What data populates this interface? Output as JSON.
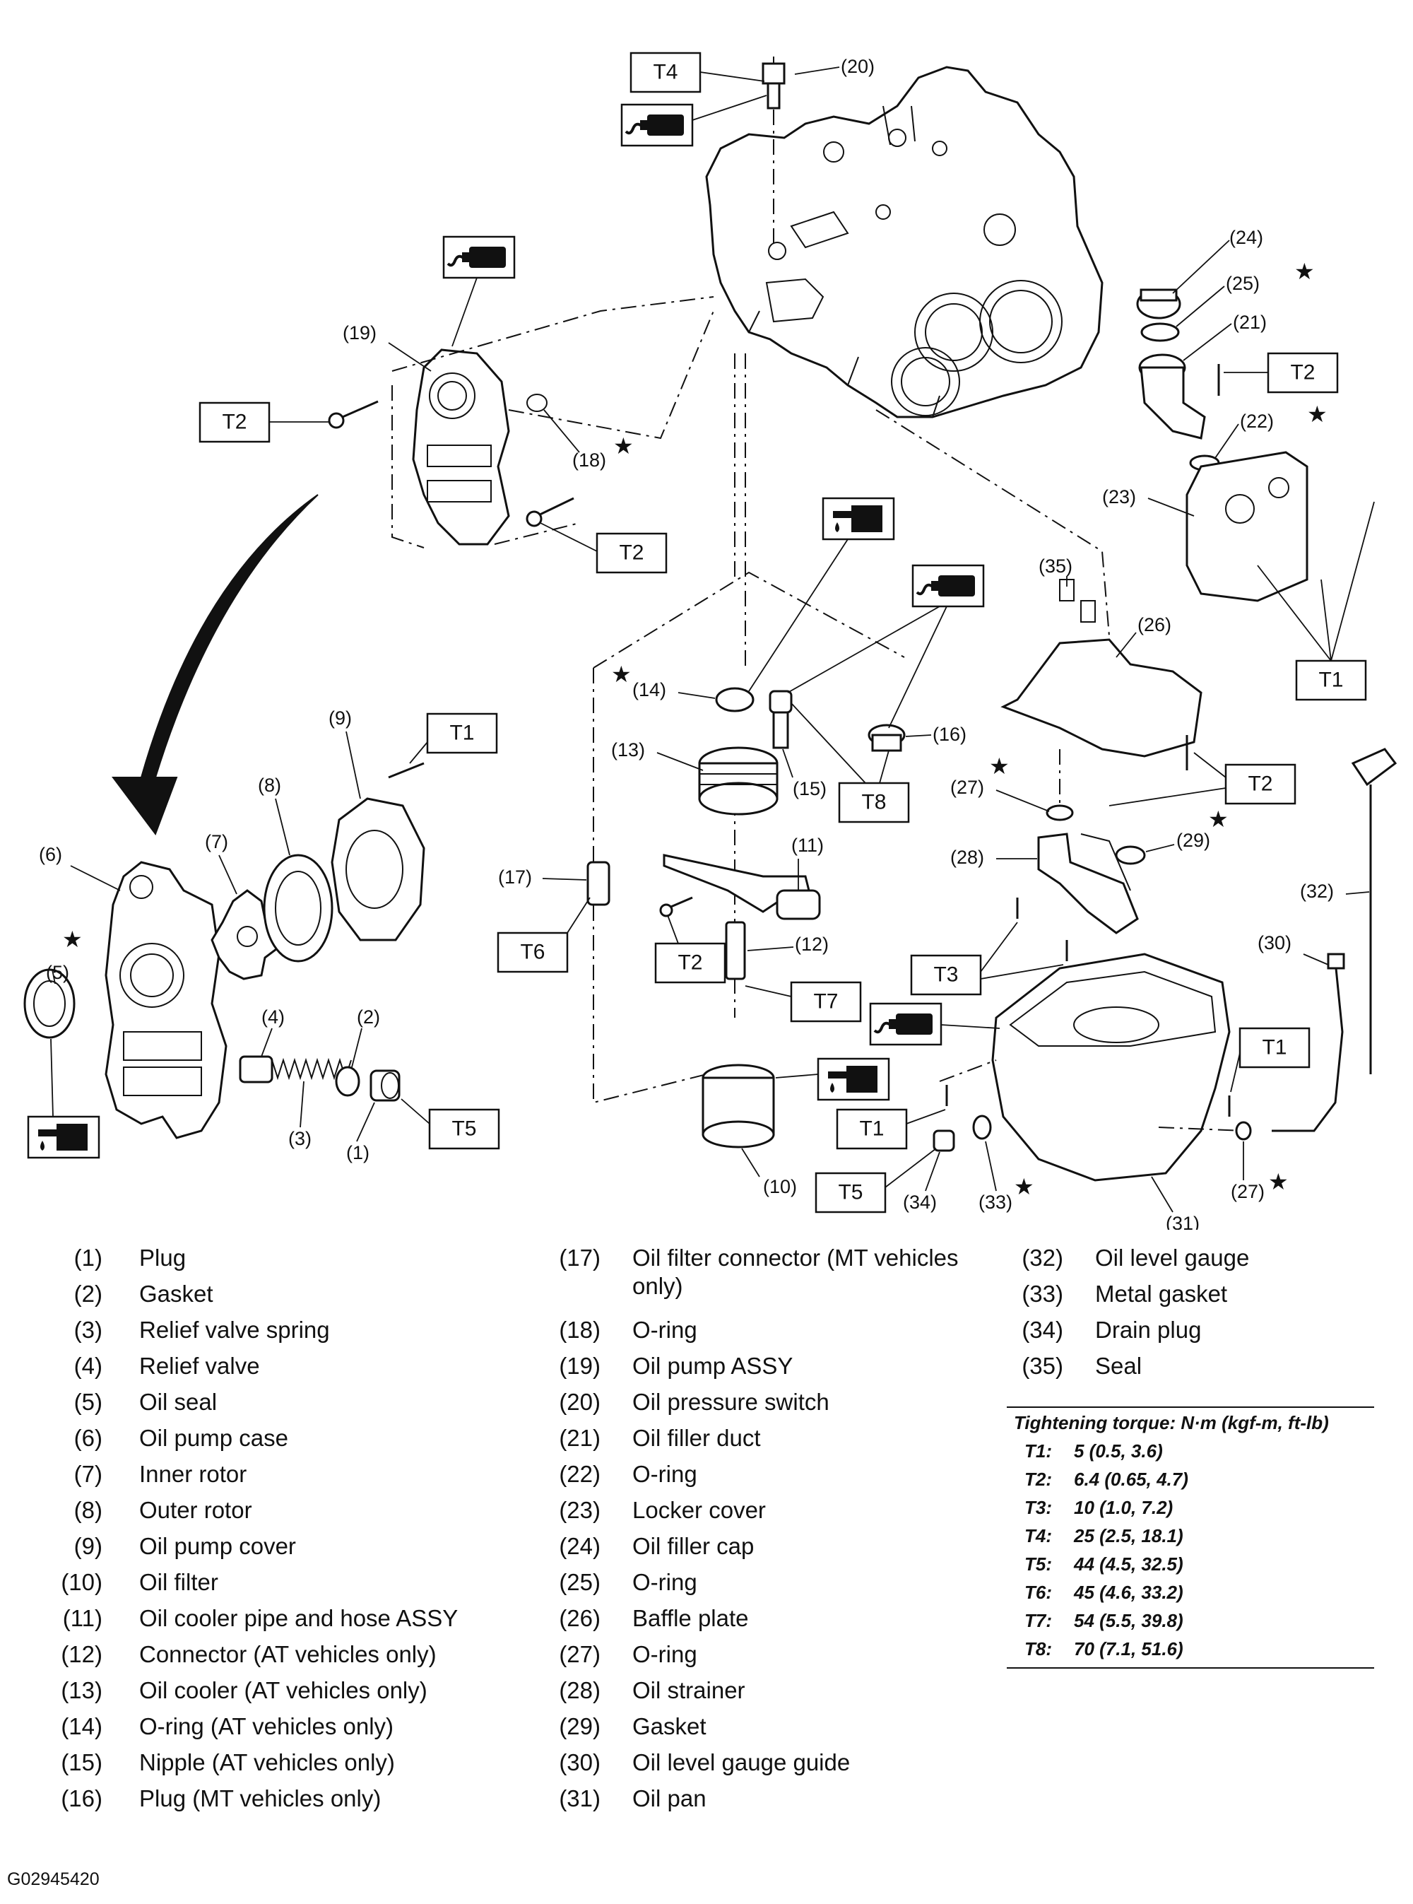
{
  "diagram": {
    "callouts": {
      "c1": "(1)",
      "c2": "(2)",
      "c3": "(3)",
      "c4": "(4)",
      "c5": "(5)",
      "c6": "(6)",
      "c7": "(7)",
      "c8": "(8)",
      "c9": "(9)",
      "c10": "(10)",
      "c11": "(11)",
      "c12": "(12)",
      "c13": "(13)",
      "c14": "(14)",
      "c15": "(15)",
      "c16": "(16)",
      "c17": "(17)",
      "c18": "(18)",
      "c19": "(19)",
      "c20": "(20)",
      "c21": "(21)",
      "c22": "(22)",
      "c23": "(23)",
      "c24": "(24)",
      "c25": "(25)",
      "c26": "(26)",
      "c27": "(27)",
      "c28": "(28)",
      "c29": "(29)",
      "c30": "(30)",
      "c31": "(31)",
      "c32": "(32)",
      "c33": "(33)",
      "c34": "(34)",
      "c35": "(35)"
    },
    "torque_tags": {
      "t1": "T1",
      "t2": "T2",
      "t3": "T3",
      "t4": "T4",
      "t5": "T5",
      "t6": "T6",
      "t7": "T7",
      "t8": "T8"
    },
    "star_symbol": "★",
    "icons": [
      "liquid-gasket-icon",
      "engine-oil-icon",
      "curved-arrow-icon"
    ]
  },
  "legend": {
    "column1": [
      {
        "num": "(1)",
        "name": "Plug"
      },
      {
        "num": "(2)",
        "name": "Gasket"
      },
      {
        "num": "(3)",
        "name": "Relief valve spring"
      },
      {
        "num": "(4)",
        "name": "Relief valve"
      },
      {
        "num": "(5)",
        "name": "Oil seal"
      },
      {
        "num": "(6)",
        "name": "Oil pump case"
      },
      {
        "num": "(7)",
        "name": "Inner rotor"
      },
      {
        "num": "(8)",
        "name": "Outer rotor"
      },
      {
        "num": "(9)",
        "name": "Oil pump cover"
      },
      {
        "num": "(10)",
        "name": "Oil filter"
      },
      {
        "num": "(11)",
        "name": "Oil cooler pipe and hose ASSY"
      },
      {
        "num": "(12)",
        "name": "Connector (AT vehicles only)"
      },
      {
        "num": "(13)",
        "name": "Oil cooler (AT vehicles only)"
      },
      {
        "num": "(14)",
        "name": "O-ring (AT vehicles only)"
      },
      {
        "num": "(15)",
        "name": "Nipple (AT vehicles only)"
      },
      {
        "num": "(16)",
        "name": "Plug (MT vehicles only)"
      }
    ],
    "column2": [
      {
        "num": "(17)",
        "name": "Oil filter connector (MT vehicles only)"
      },
      {
        "num": "(18)",
        "name": "O-ring"
      },
      {
        "num": "(19)",
        "name": "Oil pump ASSY"
      },
      {
        "num": "(20)",
        "name": "Oil pressure switch"
      },
      {
        "num": "(21)",
        "name": "Oil filler duct"
      },
      {
        "num": "(22)",
        "name": "O-ring"
      },
      {
        "num": "(23)",
        "name": "Locker cover"
      },
      {
        "num": "(24)",
        "name": "Oil filler cap"
      },
      {
        "num": "(25)",
        "name": "O-ring"
      },
      {
        "num": "(26)",
        "name": "Baffle plate"
      },
      {
        "num": "(27)",
        "name": "O-ring"
      },
      {
        "num": "(28)",
        "name": "Oil strainer"
      },
      {
        "num": "(29)",
        "name": "Gasket"
      },
      {
        "num": "(30)",
        "name": "Oil level gauge guide"
      },
      {
        "num": "(31)",
        "name": "Oil pan"
      }
    ],
    "column3": [
      {
        "num": "(32)",
        "name": "Oil level gauge"
      },
      {
        "num": "(33)",
        "name": "Metal gasket"
      },
      {
        "num": "(34)",
        "name": "Drain plug"
      },
      {
        "num": "(35)",
        "name": "Seal"
      }
    ]
  },
  "torque": {
    "heading": "Tightening torque: N·m (kgf-m, ft-lb)",
    "rows": [
      {
        "key": "T1:",
        "value": "5 (0.5, 3.6)"
      },
      {
        "key": "T2:",
        "value": "6.4 (0.65, 4.7)"
      },
      {
        "key": "T3:",
        "value": "10 (1.0, 7.2)"
      },
      {
        "key": "T4:",
        "value": "25 (2.5, 18.1)"
      },
      {
        "key": "T5:",
        "value": "44 (4.5, 32.5)"
      },
      {
        "key": "T6:",
        "value": "45 (4.6, 33.2)"
      },
      {
        "key": "T7:",
        "value": "54 (5.5, 39.8)"
      },
      {
        "key": "T8:",
        "value": "70 (7.1, 51.6)"
      }
    ]
  },
  "figure_code": "G02945420"
}
